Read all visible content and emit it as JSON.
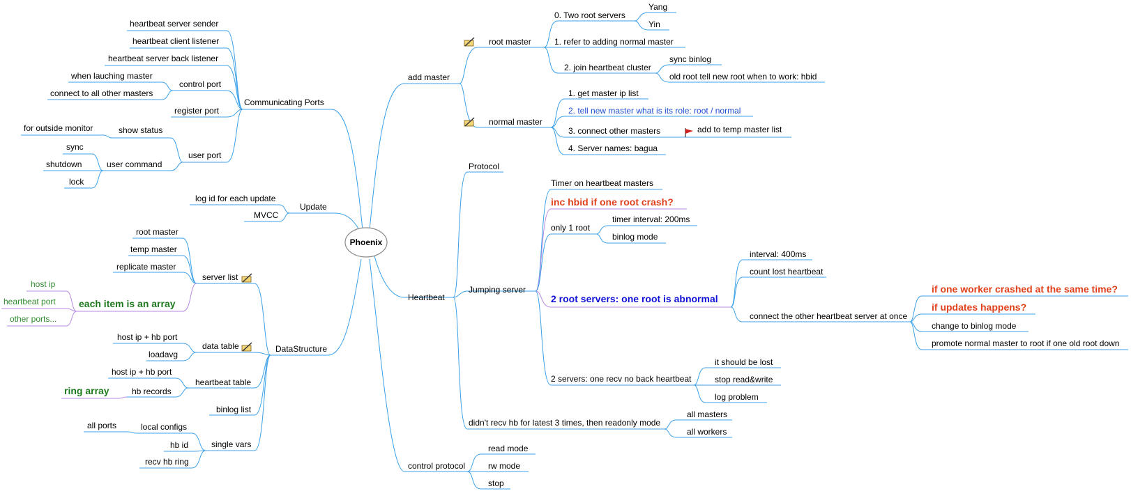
{
  "center": "Phoenix",
  "colors": {
    "line": "#3aa0e8",
    "line_alt": "#b58be0",
    "red_text": "#e0401c",
    "blue_text": "#1f4fd1",
    "dark_blue_text": "#1010d8",
    "green_text": "#1e7a1e"
  },
  "icons": {
    "folder": "pencil-note-icon",
    "flag": "flag-icon"
  },
  "nodes": {
    "add_master": "add master",
    "root_master": "root master",
    "two_root": "0. Two root servers",
    "yang": "Yang",
    "yin": "Yin",
    "refer_add": "1. refer to adding normal master",
    "join_hb": "2. join heartbeat cluster",
    "sync_binlog": "sync binlog",
    "old_root": "old root tell new root when to work: hbid",
    "normal_master": "normal master",
    "get_master_ip": "1. get master ip list",
    "tell_new_master": "2. tell new master what is its role: root / normal",
    "connect_other": "3. connect other masters",
    "add_temp": "add to temp master list",
    "server_names": "4. Server names: bagua",
    "heartbeat": "Heartbeat",
    "protocol": "Protocol",
    "jumping": "Jumping server",
    "timer_hb": "Timer on heartbeat masters",
    "inc_hbid": "inc hbid if one root crash?",
    "only1root": "only 1 root",
    "timer_interval": "timer interval: 200ms",
    "binlog_mode": "binlog mode",
    "two_root_abn": "2 root servers: one root is abnormal",
    "interval400": "interval: 400ms",
    "count_lost": "count lost heartbeat",
    "connect_other_hb": "connect the other heartbeat server at once",
    "if_worker": "if one worker crashed at the same time?",
    "if_updates": "if updates happens?",
    "change_binlog": "change to binlog mode",
    "promote": "promote normal master to root if one old root down",
    "two_servers": "2 servers: one recv no back heartbeat",
    "should_lost": "it should be lost",
    "stop_rw": "stop read&write",
    "log_problem": "log problem",
    "didnt_recv": "didn't recv hb for latest 3 times, then readonly mode",
    "all_masters": "all masters",
    "all_workers": "all workers",
    "control_protocol": "control protocol",
    "read_mode": "read mode",
    "rw_mode": "rw mode",
    "stop": "stop",
    "comm_ports": "Communicating Ports",
    "hb_sender": "heartbeat server sender",
    "hb_client": "heartbeat client listener",
    "hb_back": "heartbeat server back listener",
    "control_port": "control port",
    "when_launch": "when lauching master",
    "connect_all": "connect to all other masters",
    "register_port": "register port",
    "user_port": "user port",
    "show_status": "show status",
    "outside_monitor": "for outside monitor",
    "user_command": "user command",
    "sync": "sync",
    "shutdown": "shutdown",
    "lock": "lock",
    "update": "Update",
    "log_id": "log id for each update",
    "mvcc": "MVCC",
    "datastructure": "DataStructure",
    "server_list": "server list",
    "root_master_ds": "root master",
    "temp_master": "temp master",
    "replicate_master": "replicate master",
    "each_item": "each item is an array",
    "host_ip": "host ip",
    "hb_port": "heartbeat port",
    "other_ports": "other ports...",
    "data_table": "data table",
    "hostip_hbport": "host ip + hb port",
    "loadavg": "loadavg",
    "hb_table": "heartbeat table",
    "hostip_hbport2": "host ip + hb port",
    "hb_records": "hb records",
    "ring_array": "ring array",
    "binlog_list": "binlog list",
    "single_vars": "single vars",
    "local_configs": "local configs",
    "all_ports": "all ports",
    "hb_id": "hb id",
    "recv_hb_ring": "recv hb ring"
  }
}
